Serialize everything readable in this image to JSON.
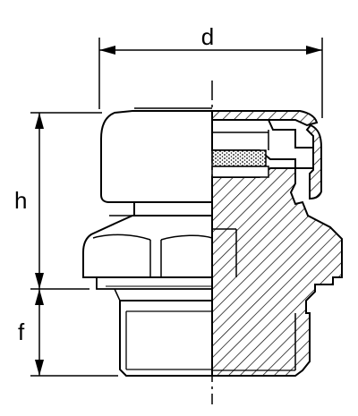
{
  "dimensions": {
    "d": "d",
    "h": "h",
    "f": "f"
  },
  "colors": {
    "line": "#000000",
    "background": "#ffffff"
  }
}
